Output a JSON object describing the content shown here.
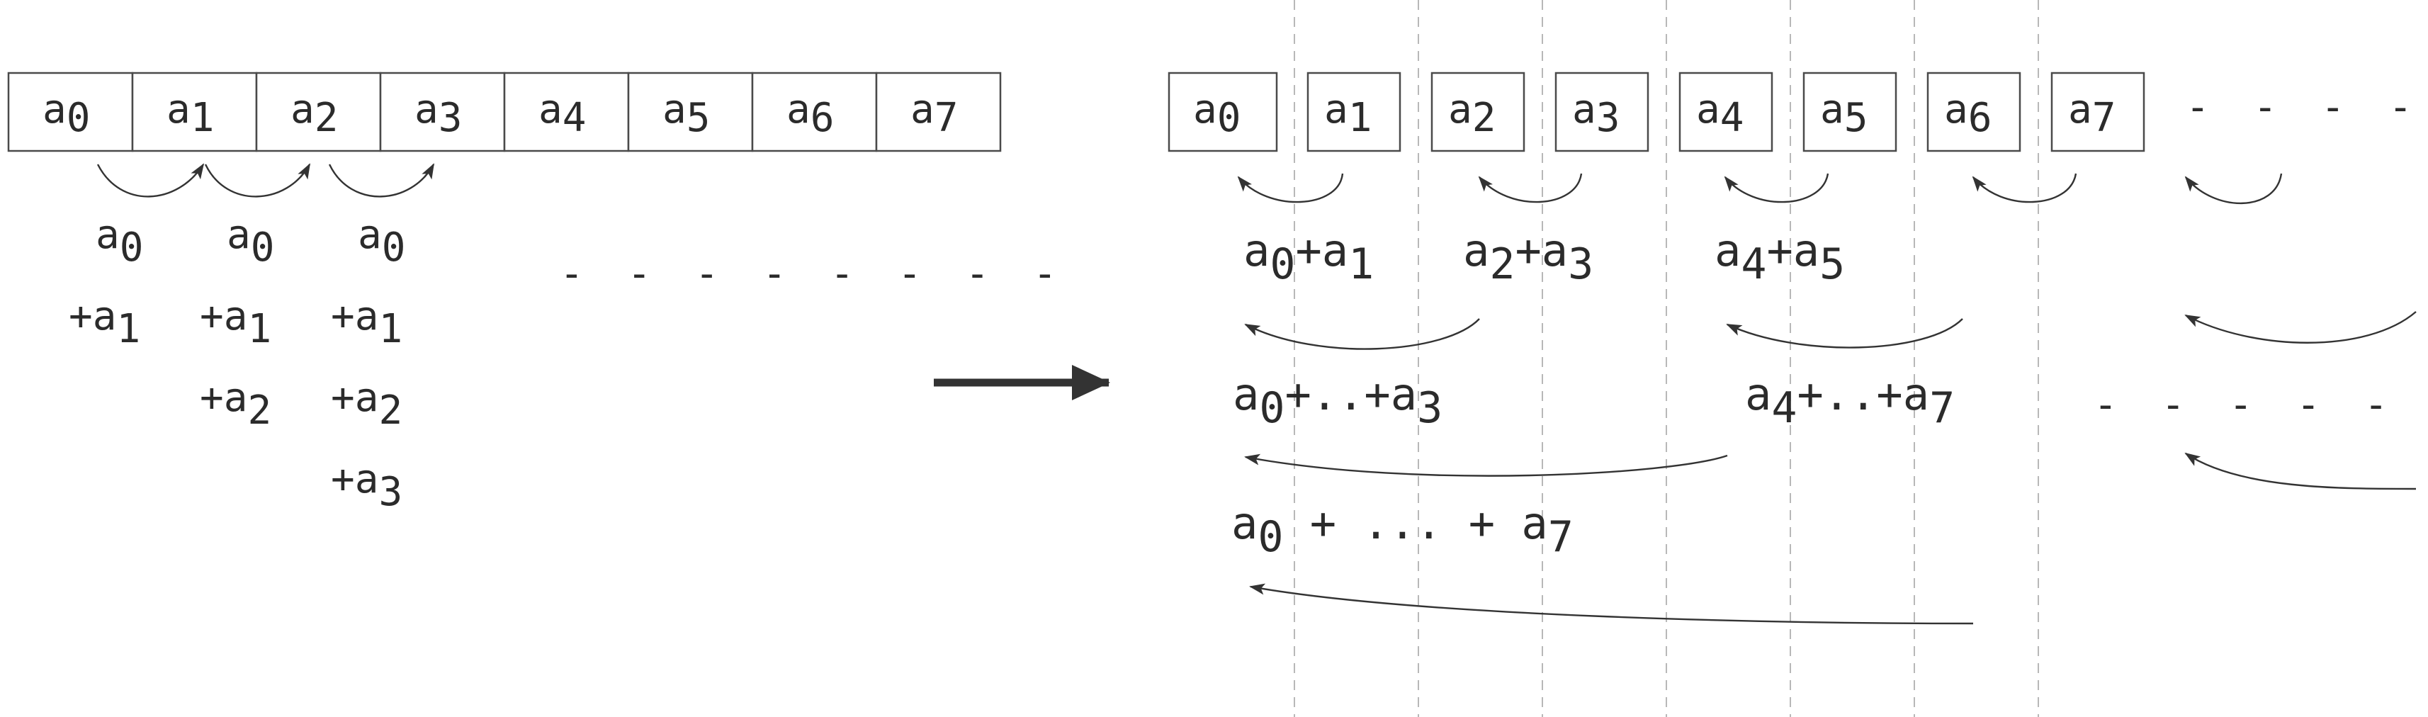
{
  "left_array": {
    "cells": [
      {
        "base": "a",
        "sub": "0"
      },
      {
        "base": "a",
        "sub": "1"
      },
      {
        "base": "a",
        "sub": "2"
      },
      {
        "base": "a",
        "sub": "3"
      },
      {
        "base": "a",
        "sub": "4"
      },
      {
        "base": "a",
        "sub": "5"
      },
      {
        "base": "a",
        "sub": "6"
      },
      {
        "base": "a",
        "sub": "7"
      }
    ]
  },
  "sequential_sums": [
    [
      {
        "pre": "",
        "base": "a",
        "sub": "0"
      },
      {
        "pre": "+",
        "base": "a",
        "sub": "1"
      }
    ],
    [
      {
        "pre": "",
        "base": "a",
        "sub": "0"
      },
      {
        "pre": "+",
        "base": "a",
        "sub": "1"
      },
      {
        "pre": "+",
        "base": "a",
        "sub": "2"
      }
    ],
    [
      {
        "pre": "",
        "base": "a",
        "sub": "0"
      },
      {
        "pre": "+",
        "base": "a",
        "sub": "1"
      },
      {
        "pre": "+",
        "base": "a",
        "sub": "2"
      },
      {
        "pre": "+",
        "base": "a",
        "sub": "3"
      }
    ]
  ],
  "left_continuation": "- - - - - - - -",
  "right_array": {
    "boxes": [
      {
        "base": "a",
        "sub": "0"
      },
      {
        "base": "a",
        "sub": "1"
      },
      {
        "base": "a",
        "sub": "2"
      },
      {
        "base": "a",
        "sub": "3"
      },
      {
        "base": "a",
        "sub": "4"
      },
      {
        "base": "a",
        "sub": "5"
      },
      {
        "base": "a",
        "sub": "6"
      },
      {
        "base": "a",
        "sub": "7"
      }
    ],
    "continuation": "- - - - -"
  },
  "tree_levels": {
    "level1": [
      [
        {
          "t": "a"
        },
        {
          "t": "0",
          "sub": true
        },
        {
          "t": "+a"
        },
        {
          "t": "1",
          "sub": true
        }
      ],
      [
        {
          "t": "a"
        },
        {
          "t": "2",
          "sub": true
        },
        {
          "t": "+a"
        },
        {
          "t": "3",
          "sub": true
        }
      ],
      [
        {
          "t": "a"
        },
        {
          "t": "4",
          "sub": true
        },
        {
          "t": "+a"
        },
        {
          "t": "5",
          "sub": true
        }
      ]
    ],
    "level2": [
      [
        {
          "t": "a"
        },
        {
          "t": "0",
          "sub": true
        },
        {
          "t": "+..+a"
        },
        {
          "t": "3",
          "sub": true
        }
      ],
      [
        {
          "t": "a"
        },
        {
          "t": "4",
          "sub": true
        },
        {
          "t": "+..+a"
        },
        {
          "t": "7",
          "sub": true
        }
      ]
    ],
    "level2_continuation": "- - - - -",
    "level3": [
      {
        "t": "a"
      },
      {
        "t": "0",
        "sub": true
      },
      {
        "t": " + ... + a"
      },
      {
        "t": "7",
        "sub": true
      }
    ]
  },
  "colors": {
    "stroke": "#4a4a4a",
    "text": "#2b2b2b",
    "divider": "#b8b8b8",
    "arrow": "#333333"
  }
}
